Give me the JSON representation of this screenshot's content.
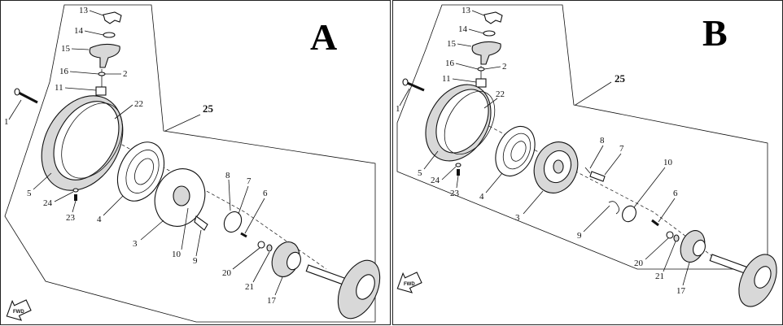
{
  "panel_a": {
    "letter": "A",
    "group_label": "25",
    "fwd_label": "FWD",
    "labels": {
      "n1": "1",
      "n2": "2",
      "n3": "3",
      "n4": "4",
      "n5": "5",
      "n6": "6",
      "n7": "7",
      "n8": "8",
      "n9": "9",
      "n10": "10",
      "n11": "11",
      "n13": "13",
      "n14": "14",
      "n15": "15",
      "n16": "16",
      "n17": "17",
      "n20": "20",
      "n21": "21",
      "n22": "22",
      "n23": "23",
      "n24": "24"
    }
  },
  "panel_b": {
    "letter": "B",
    "group_label": "25",
    "fwd_label": "FWD",
    "labels": {
      "n1": "1",
      "n2": "2",
      "n3": "3",
      "n4": "4",
      "n5": "5",
      "n6": "6",
      "n7": "7",
      "n8": "8",
      "n9": "9",
      "n10": "10",
      "n11": "11",
      "n13": "13",
      "n14": "14",
      "n15": "15",
      "n16": "16",
      "n17": "17",
      "n20": "20",
      "n21": "21",
      "n22": "22",
      "n23": "23",
      "n24": "24"
    }
  }
}
